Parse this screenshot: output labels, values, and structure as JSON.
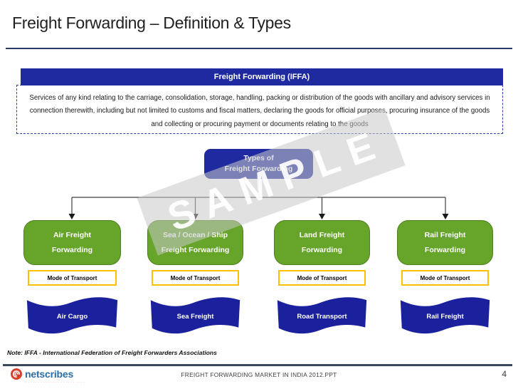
{
  "slide": {
    "title": "Freight Forwarding – Definition & Types",
    "watermark": "SAMPLE",
    "note": "Note: IFFA - International Federation of Freight Forwarders Associations",
    "footer_text": "FREIGHT FORWARDING MARKET IN INDIA 2012.PPT",
    "page_number": "4"
  },
  "definition": {
    "header": "Freight Forwarding (IFFA)",
    "body": "Services of any kind relating to the carriage, consolidation, storage, handling, packing or distribution of the goods with ancillary and advisory services in connection therewith, including but not limited to customs and fiscal matters, declaring the goods for official purposes, procuring insurance of the goods and collecting or procuring payment or documents relating to the goods"
  },
  "diagram": {
    "root": {
      "line1": "Types of",
      "line2": "Freight Forwarding"
    },
    "branches": [
      {
        "type_line1": "Air Freight",
        "type_line2": "Forwarding",
        "mode_label": "Mode of Transport",
        "transport": "Air Cargo"
      },
      {
        "type_line1": "Sea / Ocean / Ship",
        "type_line2": "Freight Forwarding",
        "mode_label": "Mode of Transport",
        "transport": "Sea Freight"
      },
      {
        "type_line1": "Land Freight",
        "type_line2": "Forwarding",
        "mode_label": "Mode of Transport",
        "transport": "Road Transport"
      },
      {
        "type_line1": "Rail Freight",
        "type_line2": "Forwarding",
        "mode_label": "Mode of Transport",
        "transport": "Rail Freight"
      }
    ]
  },
  "logo": {
    "name": "netscribes",
    "tagline": "························"
  },
  "colors": {
    "header_bar_blue": "#1f2aa0",
    "flag_blue": "#1b219c",
    "branch_green": "#66a42a",
    "branch_green_border": "#4e811f",
    "mode_gold_border": "#ffc000",
    "dashed_border_blue": "#2c3fa6",
    "title_rule_navy": "#2b3b6b",
    "footer_rule_slate": "#39485f",
    "logo_red": "#d04030",
    "logo_blue": "#2e6da4",
    "watermark_gray": "#c8c8c8"
  }
}
